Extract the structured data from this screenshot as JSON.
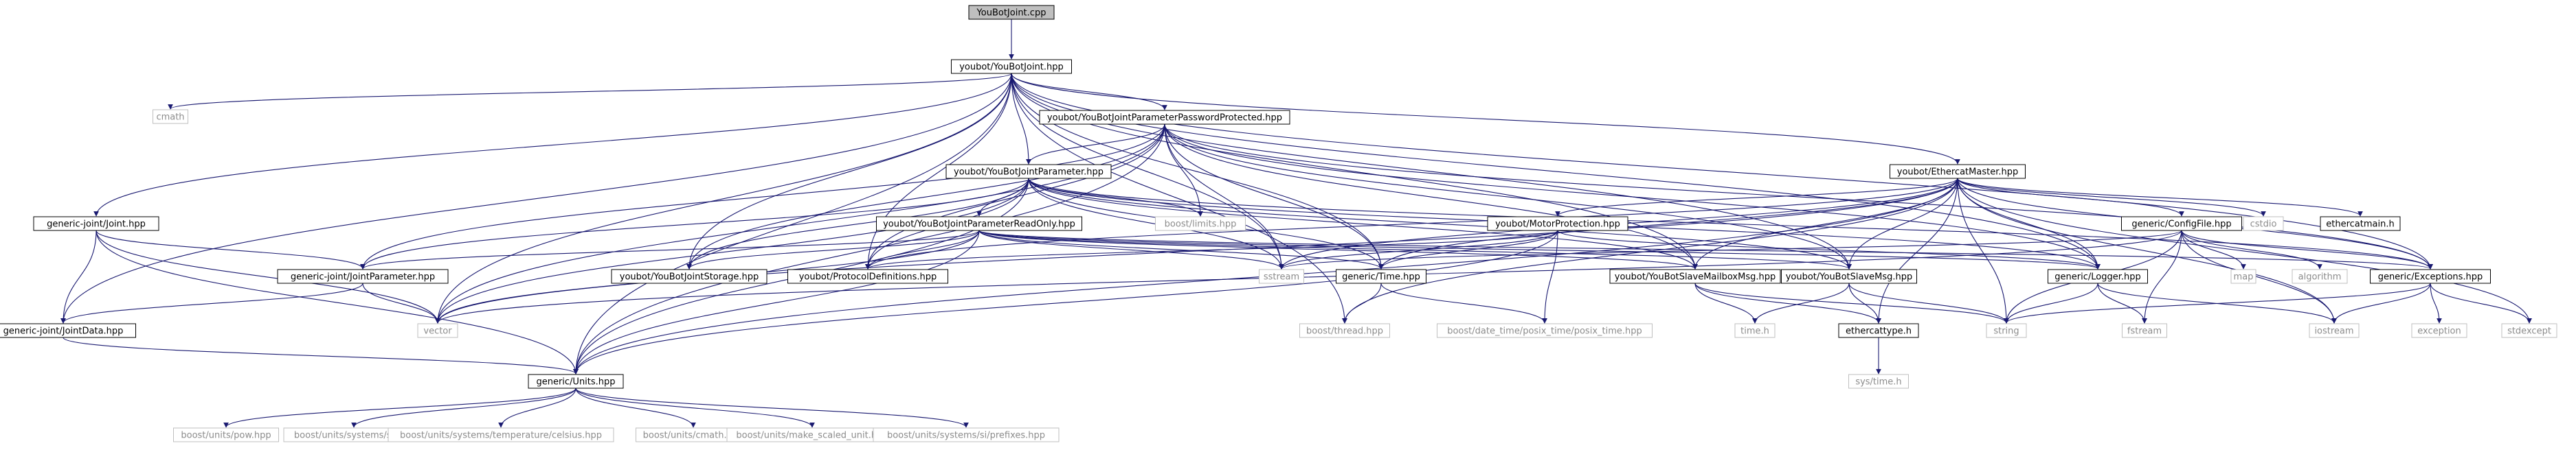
{
  "diagram": {
    "colors": {
      "edge": "#191970",
      "node_border": "#000000",
      "node_border_external": "#bfbfbf",
      "root_fill": "#bfbfbf",
      "node_fill": "#ffffff",
      "external_text": "#8c8c8c",
      "text": "#000000"
    },
    "nodes": [
      {
        "id": "youbotjoint_cpp",
        "label": "YouBotJoint.cpp",
        "kind": "root"
      },
      {
        "id": "youbotjoint_hpp",
        "label": "youbot/YouBotJoint.hpp",
        "kind": "internal"
      },
      {
        "id": "cmath",
        "label": "cmath",
        "kind": "external"
      },
      {
        "id": "pwprotected",
        "label": "youbot/YouBotJointParameterPasswordProtected.hpp",
        "kind": "internal"
      },
      {
        "id": "jointparameter",
        "label": "youbot/YouBotJointParameter.hpp",
        "kind": "internal"
      },
      {
        "id": "ethercatmaster",
        "label": "youbot/EthercatMaster.hpp",
        "kind": "internal"
      },
      {
        "id": "generic_joint",
        "label": "generic-joint/Joint.hpp",
        "kind": "internal"
      },
      {
        "id": "readonly",
        "label": "youbot/YouBotJointParameterReadOnly.hpp",
        "kind": "internal"
      },
      {
        "id": "boost_limits",
        "label": "boost/limits.hpp",
        "kind": "external"
      },
      {
        "id": "motorprotection",
        "label": "youbot/MotorProtection.hpp",
        "kind": "internal"
      },
      {
        "id": "configfile",
        "label": "generic/ConfigFile.hpp",
        "kind": "internal"
      },
      {
        "id": "cstdio",
        "label": "cstdio",
        "kind": "external"
      },
      {
        "id": "ethercatmain",
        "label": "ethercatmain.h",
        "kind": "internal"
      },
      {
        "id": "generic_jointparameter",
        "label": "generic-joint/JointParameter.hpp",
        "kind": "internal"
      },
      {
        "id": "jointstorage",
        "label": "youbot/YouBotJointStorage.hpp",
        "kind": "internal"
      },
      {
        "id": "protocoldefs",
        "label": "youbot/ProtocolDefinitions.hpp",
        "kind": "internal"
      },
      {
        "id": "sstream",
        "label": "sstream",
        "kind": "external"
      },
      {
        "id": "generic_time",
        "label": "generic/Time.hpp",
        "kind": "internal"
      },
      {
        "id": "mailboxmsg",
        "label": "youbot/YouBotSlaveMailboxMsg.hpp",
        "kind": "internal"
      },
      {
        "id": "slavemsg",
        "label": "youbot/YouBotSlaveMsg.hpp",
        "kind": "internal"
      },
      {
        "id": "logger",
        "label": "generic/Logger.hpp",
        "kind": "internal"
      },
      {
        "id": "map",
        "label": "map",
        "kind": "external"
      },
      {
        "id": "algorithm",
        "label": "algorithm",
        "kind": "external"
      },
      {
        "id": "exceptions",
        "label": "generic/Exceptions.hpp",
        "kind": "internal"
      },
      {
        "id": "jointdata",
        "label": "generic-joint/JointData.hpp",
        "kind": "internal"
      },
      {
        "id": "vector",
        "label": "vector",
        "kind": "external"
      },
      {
        "id": "boost_thread",
        "label": "boost/thread.hpp",
        "kind": "external"
      },
      {
        "id": "posix_time",
        "label": "boost/date_time/posix_time/posix_time.hpp",
        "kind": "external"
      },
      {
        "id": "time_h",
        "label": "time.h",
        "kind": "external"
      },
      {
        "id": "ethercattype",
        "label": "ethercattype.h",
        "kind": "internal"
      },
      {
        "id": "string",
        "label": "string",
        "kind": "external"
      },
      {
        "id": "fstream",
        "label": "fstream",
        "kind": "external"
      },
      {
        "id": "iostream",
        "label": "iostream",
        "kind": "external"
      },
      {
        "id": "exception",
        "label": "exception",
        "kind": "external"
      },
      {
        "id": "stdexcept",
        "label": "stdexcept",
        "kind": "external"
      },
      {
        "id": "units",
        "label": "generic/Units.hpp",
        "kind": "internal"
      },
      {
        "id": "sys_time",
        "label": "sys/time.h",
        "kind": "external"
      },
      {
        "id": "units_pow",
        "label": "boost/units/pow.hpp",
        "kind": "external"
      },
      {
        "id": "units_si",
        "label": "boost/units/systems/si.hpp",
        "kind": "external"
      },
      {
        "id": "units_celsius",
        "label": "boost/units/systems/temperature/celsius.hpp",
        "kind": "external"
      },
      {
        "id": "units_cmath",
        "label": "boost/units/cmath.hpp",
        "kind": "external"
      },
      {
        "id": "units_msu",
        "label": "boost/units/make_scaled_unit.hpp",
        "kind": "external"
      },
      {
        "id": "units_prefixes",
        "label": "boost/units/systems/si/prefixes.hpp",
        "kind": "external"
      }
    ],
    "edges": [
      [
        "youbotjoint_cpp",
        "youbotjoint_hpp"
      ],
      [
        "youbotjoint_hpp",
        "cmath"
      ],
      [
        "youbotjoint_hpp",
        "pwprotected"
      ],
      [
        "youbotjoint_hpp",
        "jointparameter"
      ],
      [
        "youbotjoint_hpp",
        "ethercatmaster"
      ],
      [
        "youbotjoint_hpp",
        "generic_joint"
      ],
      [
        "youbotjoint_hpp",
        "jointstorage"
      ],
      [
        "youbotjoint_hpp",
        "protocoldefs"
      ],
      [
        "youbotjoint_hpp",
        "sstream"
      ],
      [
        "youbotjoint_hpp",
        "generic_time"
      ],
      [
        "youbotjoint_hpp",
        "mailboxmsg"
      ],
      [
        "youbotjoint_hpp",
        "slavemsg"
      ],
      [
        "youbotjoint_hpp",
        "logger"
      ],
      [
        "youbotjoint_hpp",
        "exceptions"
      ],
      [
        "youbotjoint_hpp",
        "jointdata"
      ],
      [
        "youbotjoint_hpp",
        "vector"
      ],
      [
        "youbotjoint_hpp",
        "units"
      ],
      [
        "youbotjoint_hpp",
        "boost_thread"
      ],
      [
        "pwprotected",
        "jointparameter"
      ],
      [
        "pwprotected",
        "generic_jointparameter"
      ],
      [
        "pwprotected",
        "jointstorage"
      ],
      [
        "pwprotected",
        "protocoldefs"
      ],
      [
        "pwprotected",
        "boost_limits"
      ],
      [
        "pwprotected",
        "sstream"
      ],
      [
        "pwprotected",
        "generic_time"
      ],
      [
        "pwprotected",
        "mailboxmsg"
      ],
      [
        "pwprotected",
        "slavemsg"
      ],
      [
        "pwprotected",
        "logger"
      ],
      [
        "pwprotected",
        "exceptions"
      ],
      [
        "pwprotected",
        "vector"
      ],
      [
        "pwprotected",
        "units"
      ],
      [
        "jointparameter",
        "readonly"
      ],
      [
        "jointparameter",
        "generic_jointparameter"
      ],
      [
        "jointparameter",
        "jointstorage"
      ],
      [
        "jointparameter",
        "protocoldefs"
      ],
      [
        "jointparameter",
        "boost_limits"
      ],
      [
        "jointparameter",
        "sstream"
      ],
      [
        "jointparameter",
        "generic_time"
      ],
      [
        "jointparameter",
        "mailboxmsg"
      ],
      [
        "jointparameter",
        "slavemsg"
      ],
      [
        "jointparameter",
        "logger"
      ],
      [
        "jointparameter",
        "exceptions"
      ],
      [
        "jointparameter",
        "vector"
      ],
      [
        "jointparameter",
        "units"
      ],
      [
        "readonly",
        "generic_jointparameter"
      ],
      [
        "readonly",
        "jointstorage"
      ],
      [
        "readonly",
        "protocoldefs"
      ],
      [
        "readonly",
        "sstream"
      ],
      [
        "readonly",
        "generic_time"
      ],
      [
        "readonly",
        "mailboxmsg"
      ],
      [
        "readonly",
        "slavemsg"
      ],
      [
        "readonly",
        "logger"
      ],
      [
        "readonly",
        "exceptions"
      ],
      [
        "readonly",
        "vector"
      ],
      [
        "readonly",
        "units"
      ],
      [
        "ethercatmaster",
        "motorprotection"
      ],
      [
        "ethercatmaster",
        "configfile"
      ],
      [
        "ethercatmaster",
        "cstdio"
      ],
      [
        "ethercatmaster",
        "ethercatmain"
      ],
      [
        "ethercatmaster",
        "protocoldefs"
      ],
      [
        "ethercatmaster",
        "sstream"
      ],
      [
        "ethercatmaster",
        "generic_time"
      ],
      [
        "ethercatmaster",
        "mailboxmsg"
      ],
      [
        "ethercatmaster",
        "slavemsg"
      ],
      [
        "ethercatmaster",
        "logger"
      ],
      [
        "ethercatmaster",
        "exceptions"
      ],
      [
        "ethercatmaster",
        "vector"
      ],
      [
        "ethercatmaster",
        "string"
      ],
      [
        "ethercatmaster",
        "ethercattype"
      ],
      [
        "ethercatmaster",
        "units"
      ],
      [
        "ethercatmaster",
        "boost_thread"
      ],
      [
        "ethercatmaster",
        "iostream"
      ],
      [
        "ethercatmaster",
        "stdexcept"
      ],
      [
        "motorprotection",
        "generic_time"
      ],
      [
        "motorprotection",
        "sstream"
      ],
      [
        "motorprotection",
        "posix_time"
      ],
      [
        "motorprotection",
        "units"
      ],
      [
        "motorprotection",
        "logger"
      ],
      [
        "motorprotection",
        "protocoldefs"
      ],
      [
        "configfile",
        "map"
      ],
      [
        "configfile",
        "algorithm"
      ],
      [
        "configfile",
        "iostream"
      ],
      [
        "configfile",
        "fstream"
      ],
      [
        "configfile",
        "string"
      ],
      [
        "configfile",
        "sstream"
      ],
      [
        "configfile",
        "vector"
      ],
      [
        "configfile",
        "exceptions"
      ],
      [
        "generic_joint",
        "generic_jointparameter"
      ],
      [
        "generic_joint",
        "jointdata"
      ],
      [
        "generic_joint",
        "units"
      ],
      [
        "generic_joint",
        "vector"
      ],
      [
        "generic_jointparameter",
        "jointdata"
      ],
      [
        "generic_jointparameter",
        "vector"
      ],
      [
        "jointdata",
        "units"
      ],
      [
        "generic_time",
        "boost_thread"
      ],
      [
        "generic_time",
        "posix_time"
      ],
      [
        "mailboxmsg",
        "time_h"
      ],
      [
        "mailboxmsg",
        "ethercattype"
      ],
      [
        "mailboxmsg",
        "string"
      ],
      [
        "slavemsg",
        "time_h"
      ],
      [
        "slavemsg",
        "ethercattype"
      ],
      [
        "slavemsg",
        "string"
      ],
      [
        "logger",
        "fstream"
      ],
      [
        "logger",
        "iostream"
      ],
      [
        "logger",
        "string"
      ],
      [
        "exceptions",
        "iostream"
      ],
      [
        "exceptions",
        "exception"
      ],
      [
        "exceptions",
        "stdexcept"
      ],
      [
        "exceptions",
        "string"
      ],
      [
        "ethercattype",
        "sys_time"
      ],
      [
        "units",
        "units_pow"
      ],
      [
        "units",
        "units_si"
      ],
      [
        "units",
        "units_celsius"
      ],
      [
        "units",
        "units_cmath"
      ],
      [
        "units",
        "units_msu"
      ],
      [
        "units",
        "units_prefixes"
      ]
    ]
  }
}
